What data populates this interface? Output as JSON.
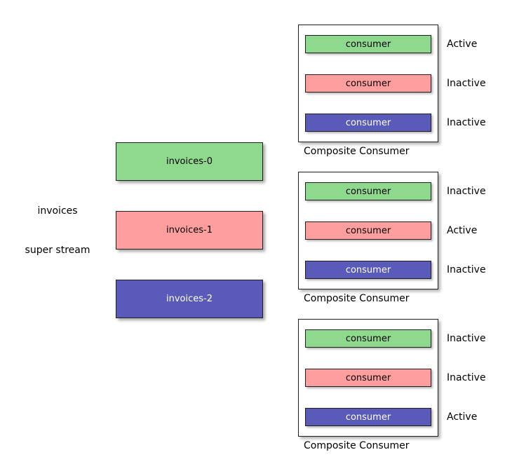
{
  "diagram": {
    "background_color": "#FFFFFF",
    "shadow_color": "#AAAAAA"
  },
  "super_stream": {
    "name": "invoices",
    "type_label": "super stream",
    "partitions": [
      {
        "name": "invoices-0",
        "color": "#8FD98F",
        "text_color": "#000000"
      },
      {
        "name": "invoices-1",
        "color": "#FF9E9E",
        "text_color": "#000000"
      },
      {
        "name": "invoices-2",
        "color": "#5A5AB8",
        "text_color": "#FFFFFF"
      }
    ]
  },
  "composite_consumers": [
    {
      "caption": "Composite Consumer",
      "consumers": [
        {
          "label": "consumer",
          "color": "#8FD98F",
          "text_color": "#000000",
          "status": "Active"
        },
        {
          "label": "consumer",
          "color": "#FF9E9E",
          "text_color": "#000000",
          "status": "Inactive"
        },
        {
          "label": "consumer",
          "color": "#5A5AB8",
          "text_color": "#FFFFFF",
          "status": "Inactive"
        }
      ]
    },
    {
      "caption": "Composite Consumer",
      "consumers": [
        {
          "label": "consumer",
          "color": "#8FD98F",
          "text_color": "#000000",
          "status": "Inactive"
        },
        {
          "label": "consumer",
          "color": "#FF9E9E",
          "text_color": "#000000",
          "status": "Active"
        },
        {
          "label": "consumer",
          "color": "#5A5AB8",
          "text_color": "#FFFFFF",
          "status": "Inactive"
        }
      ]
    },
    {
      "caption": "Composite Consumer",
      "consumers": [
        {
          "label": "consumer",
          "color": "#8FD98F",
          "text_color": "#000000",
          "status": "Inactive"
        },
        {
          "label": "consumer",
          "color": "#FF9E9E",
          "text_color": "#000000",
          "status": "Inactive"
        },
        {
          "label": "consumer",
          "color": "#5A5AB8",
          "text_color": "#FFFFFF",
          "status": "Active"
        }
      ]
    }
  ]
}
